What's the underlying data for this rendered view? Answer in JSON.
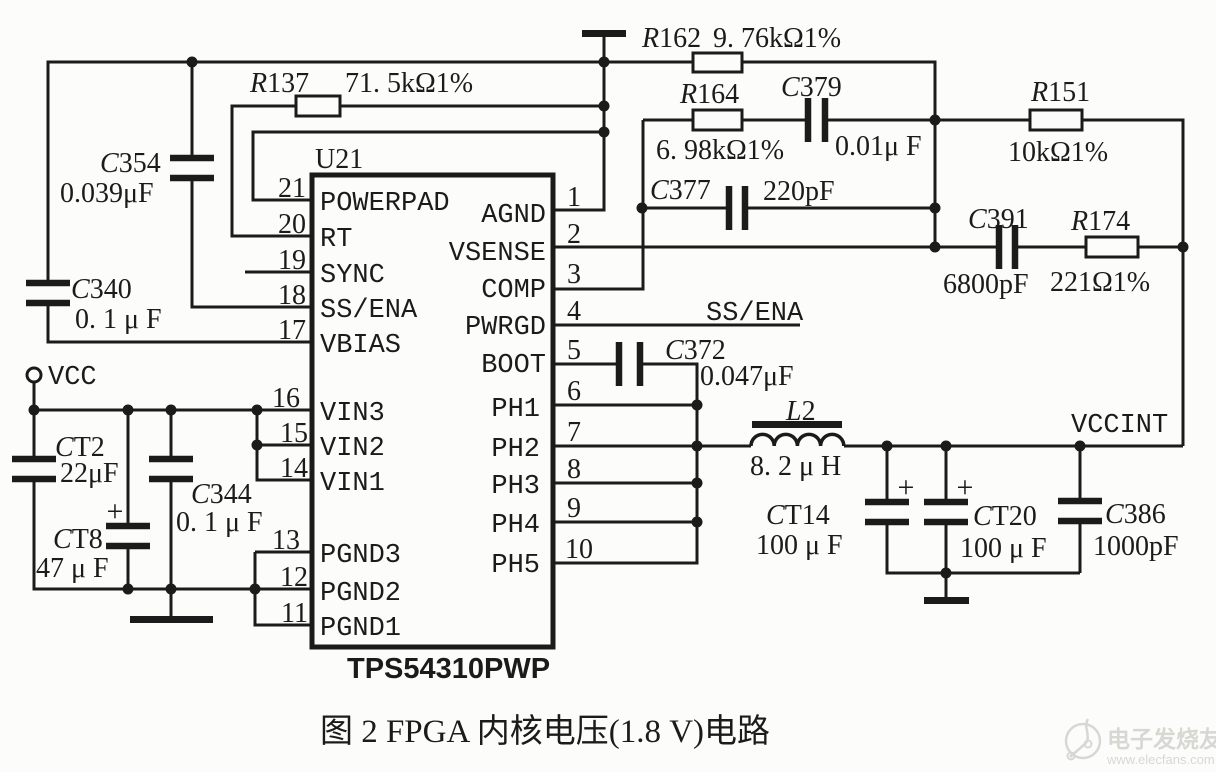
{
  "caption": "图 2  FPGA 内核电压(1.8 V)电路",
  "watermark": {
    "brand": "电子发烧友",
    "site": "www.elecfans.com"
  },
  "chip": {
    "refdes": "U21",
    "part_number": "TPS54310PWP",
    "left_pins": [
      {
        "num": "21",
        "name": "POWERPAD"
      },
      {
        "num": "20",
        "name": "RT"
      },
      {
        "num": "19",
        "name": "SYNC"
      },
      {
        "num": "18",
        "name": "SS/ENA"
      },
      {
        "num": "17",
        "name": "VBIAS"
      },
      {
        "num": "16",
        "name": "VIN3"
      },
      {
        "num": "15",
        "name": "VIN2"
      },
      {
        "num": "14",
        "name": "VIN1"
      },
      {
        "num": "13",
        "name": "PGND3"
      },
      {
        "num": "12",
        "name": "PGND2"
      },
      {
        "num": "11",
        "name": "PGND1"
      }
    ],
    "right_pins": [
      {
        "num": "1",
        "name": "AGND"
      },
      {
        "num": "2",
        "name": "VSENSE"
      },
      {
        "num": "3",
        "name": "COMP"
      },
      {
        "num": "4",
        "name": "PWRGD"
      },
      {
        "num": "5",
        "name": "BOOT"
      },
      {
        "num": "6",
        "name": "PH1"
      },
      {
        "num": "7",
        "name": "PH2"
      },
      {
        "num": "8",
        "name": "PH3"
      },
      {
        "num": "9",
        "name": "PH4"
      },
      {
        "num": "10",
        "name": "PH5"
      }
    ]
  },
  "nets": {
    "vcc": "VCC",
    "vccint": "VCCINT",
    "ss_ena": "SS/ENA"
  },
  "components": {
    "r137": {
      "prefix": "R",
      "num": "137",
      "value": "71. 5kΩ1%"
    },
    "r162": {
      "prefix": "R",
      "num": "162",
      "value": "9. 76kΩ1%"
    },
    "r164": {
      "prefix": "R",
      "num": "164",
      "value": "6. 98kΩ1%"
    },
    "r151": {
      "prefix": "R",
      "num": "151",
      "value": "10kΩ1%"
    },
    "r174": {
      "prefix": "R",
      "num": "174",
      "value": "221Ω1%"
    },
    "c354": {
      "prefix": "C",
      "num": "354",
      "value": "0.039μF"
    },
    "c340": {
      "prefix": "C",
      "num": "340",
      "value": "0. 1 μ F"
    },
    "c379": {
      "prefix": "C",
      "num": "379",
      "value": "0.01μ F"
    },
    "c377": {
      "prefix": "C",
      "num": "377",
      "value": "220pF"
    },
    "c391": {
      "prefix": "C",
      "num": "391",
      "value": "6800pF"
    },
    "c372": {
      "prefix": "C",
      "num": "372",
      "value": "0.047μF"
    },
    "ct2": {
      "prefix": "C",
      "num": "T2",
      "value": "22μF"
    },
    "ct8": {
      "prefix": "C",
      "num": "T8",
      "value": "47 μ F",
      "polarity": "+"
    },
    "c344": {
      "prefix": "C",
      "num": "344",
      "value": "0. 1 μ F"
    },
    "ct14": {
      "prefix": "C",
      "num": "T14",
      "value": "100 μ F",
      "polarity": "+"
    },
    "ct20": {
      "prefix": "C",
      "num": "T20",
      "value": "100 μ F",
      "polarity": "+"
    },
    "c386": {
      "prefix": "C",
      "num": "386",
      "value": "1000pF"
    },
    "l2": {
      "prefix": "L",
      "num": "2",
      "value": "8. 2 μ H"
    }
  }
}
